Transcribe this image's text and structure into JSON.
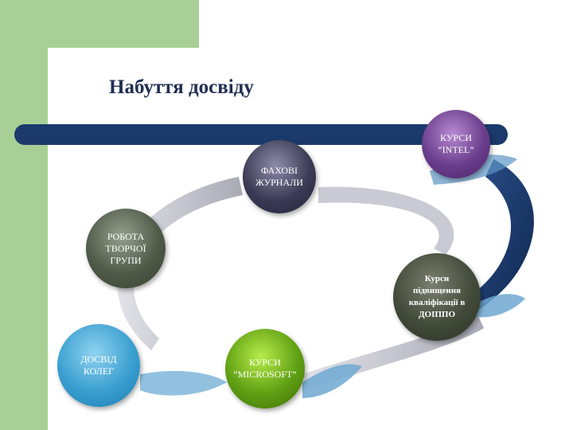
{
  "title": "Набуття досвіду",
  "nodes": {
    "fahovi": "ФАХОВІ\nЖУРНАЛИ",
    "intel": "КУРСИ\n“INTEL”",
    "robota": "РОБОТА\nТВОРЧОЇ\nГРУПИ",
    "kursy": "Курси\nпідвищення\nкваліфікації в\nДОІППО",
    "dosvid": "ДОСВІД\nКОЛЕГ",
    "microsoft": "КУРСИ\n“MICROSOFT”"
  },
  "colors": {
    "accent_green": "#a8cf96",
    "bar_navy": "#1b3a6b",
    "title_navy": "#1f2f52"
  }
}
